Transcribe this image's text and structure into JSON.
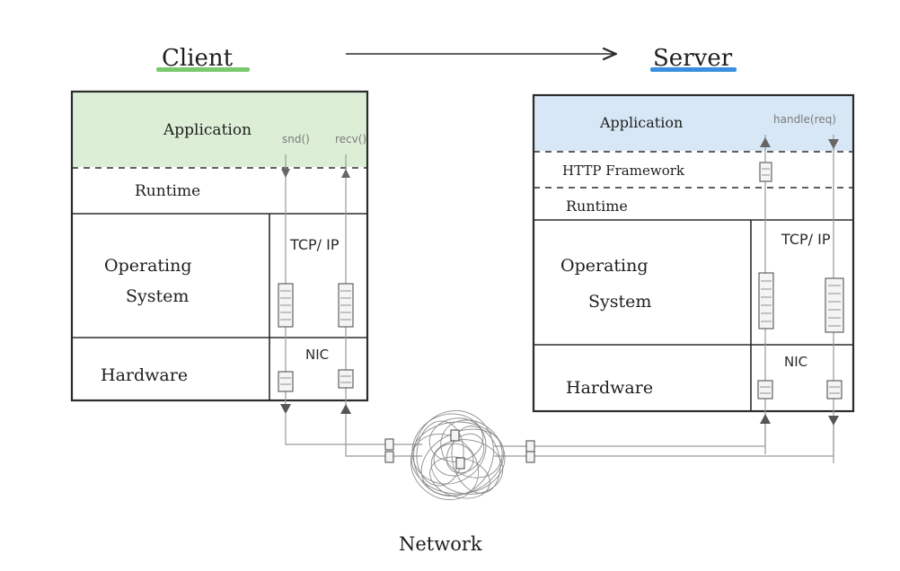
{
  "header": {
    "client_label": "Client",
    "server_label": "Server",
    "client_underline_color": "#7bc96f",
    "server_underline_color": "#3c8fe0"
  },
  "client": {
    "application": "Application",
    "runtime": "Runtime",
    "operating_system_line1": "Operating",
    "operating_system_line2": "System",
    "hardware": "Hardware",
    "tcp_ip": "TCP/ IP",
    "nic": "NIC",
    "send_call": "snd()",
    "recv_call": "recv()",
    "application_fill_color": "#dcefd6"
  },
  "server": {
    "application": "Application",
    "handler_call": "handle(req)",
    "http_framework": "HTTP Framework",
    "runtime": "Runtime",
    "operating_system_line1": "Operating",
    "operating_system_line2": "System",
    "hardware": "Hardware",
    "tcp_ip": "TCP/ IP",
    "nic": "NIC",
    "application_fill_color": "#d7e7f6"
  },
  "network": {
    "label": "Network"
  }
}
